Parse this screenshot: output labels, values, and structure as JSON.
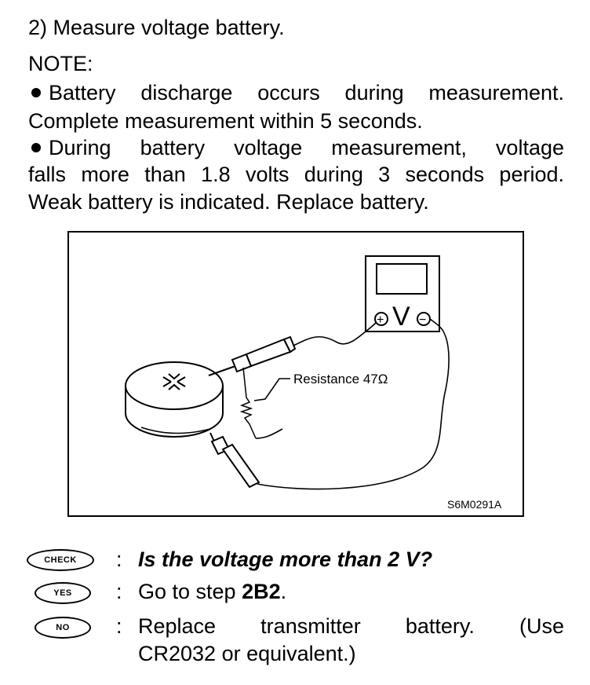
{
  "step": "2) Measure voltage battery.",
  "note": {
    "label": "NOTE:",
    "bullet1_line1": "Battery discharge occurs during measurement.",
    "bullet1_line2": "Complete measurement within 5 seconds.",
    "bullet2_line1": "During battery voltage measurement, voltage",
    "bullet2_line2": "falls more than 1.8 volts during 3 seconds period.",
    "bullet2_line3": "Weak battery is indicated. Replace battery."
  },
  "figure": {
    "resistance_label": "Resistance 47Ω",
    "meter_symbol": "V",
    "plus_symbol": "+",
    "minus_symbol": "−",
    "figure_id": "S6M0291A"
  },
  "check": {
    "badge": "CHECK",
    "colon": ":",
    "question": "Is the voltage more than 2 V?"
  },
  "yes": {
    "badge": "YES",
    "colon": ":",
    "prefix": "Go to step ",
    "step": "2B2",
    "suffix": "."
  },
  "no": {
    "badge": "NO",
    "colon": ":",
    "line1": "Replace transmitter battery. (Use",
    "line2": "CR2032 or equivalent.)"
  }
}
